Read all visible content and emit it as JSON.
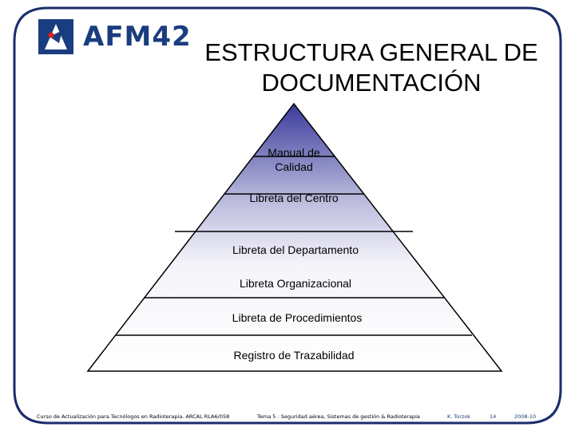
{
  "logo": {
    "text": "AFM42"
  },
  "title": {
    "line1": "ESTRUCTURA GENERAL DE",
    "line2": "DOCUMENTACIÓN"
  },
  "pyramid": {
    "tiers": [
      {
        "line1": "Manual de",
        "line2": "Calidad"
      },
      {
        "line1": "Libreta del Centro"
      },
      {
        "line1": "Libreta del Departamento"
      },
      {
        "line1": "Libreta Organizacional"
      },
      {
        "line1": "Libreta de Procedimientos"
      },
      {
        "line1": "Registro de Trazabilidad"
      }
    ]
  },
  "footer": {
    "course": "Curso de Actualización para Tecnólogos en Radioterapia. ARCAL RLA6/058",
    "topic": "Tema 5 : Seguridad aérea, Sistemas de gestión & Radioterapia",
    "author": "K. Torzok",
    "page": "14",
    "date": "2008-10"
  },
  "colors": {
    "apex": "#3a3a9c",
    "frame": "#1a2d6b",
    "brand": "#1a3d80"
  }
}
